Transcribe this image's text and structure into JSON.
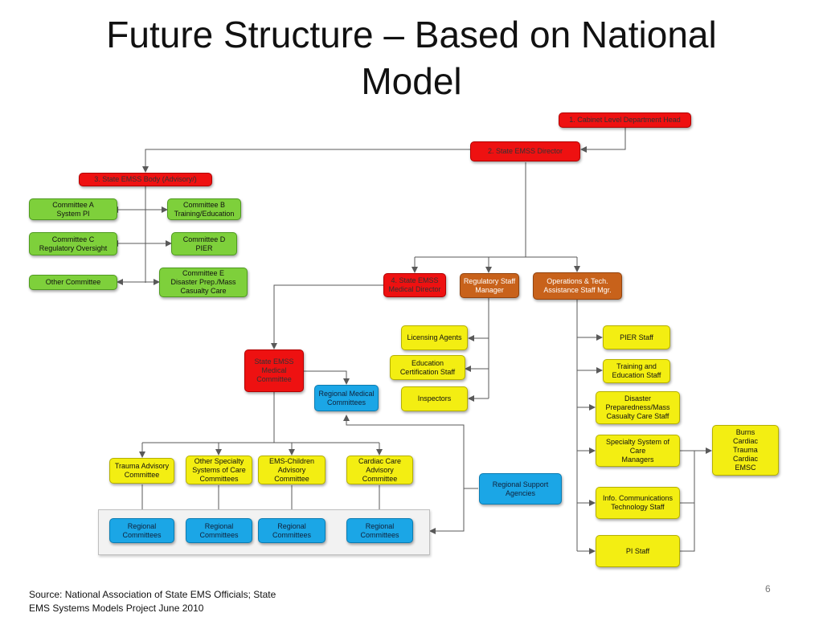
{
  "slide": {
    "title_line1": "Future Structure – Based on National",
    "title_line2": "Model",
    "source_line1": "Source: National Association of State EMS Officials; State",
    "source_line2": "EMS Systems Models Project June 2010",
    "page_number": "6"
  },
  "nodes": {
    "cabinet_head": "1. Cabinet Level Department Head",
    "state_director": "2. State EMSS Director",
    "state_body": "3. State EMSS Body (Advisory/)",
    "committee_a": "Committee A\nSystem PI",
    "committee_b": "Committee B\nTraining/Education",
    "committee_c": "Committee C\nRegulatory Oversight",
    "committee_d": "Committee D\nPIER",
    "other_committee": "Other Committee",
    "committee_e": "Committee E\nDisaster Prep./Mass\nCasualty Care",
    "medical_director": "4. State EMSS\nMedical Director",
    "regulatory_manager": "Regulatory Staff\nManager",
    "operations_manager": "Operations & Tech.\nAssistance Staff Mgr.",
    "licensing_agents": "Licensing Agents",
    "education_staff": "Education\nCertification Staff",
    "inspectors": "Inspectors",
    "pier_staff": "PIER Staff",
    "training_staff": "Training and\nEducation Staff",
    "disaster_staff": "Disaster\nPreparedness/Mass\nCasualty Care Staff",
    "specialty_managers": "Specialty System of Care\nManagers",
    "info_comm_staff": "Info. Communications\nTechnology Staff",
    "pi_staff": "PI Staff",
    "specialty_list": "Burns\nCardiac\nTrauma\nCardiac\nEMSC",
    "medical_committee": "State EMSS\nMedical\nCommittee",
    "regional_medical": "Regional Medical\nCommittees",
    "regional_support": "Regional Support\nAgencies",
    "trauma_advisory": "Trauma Advisory\nCommittee",
    "other_specialty": "Other Specialty\nSystems of Care\nCommittees",
    "ems_children": "EMS-Children\nAdvisory\nCommittee",
    "cardiac_advisory": "Cardiac Care\nAdvisory\nCommittee",
    "regional_committees_1": "Regional\nCommittees",
    "regional_committees_2": "Regional\nCommittees",
    "regional_committees_3": "Regional\nCommittees",
    "regional_committees_4": "Regional\nCommittees"
  },
  "colors": {
    "red": "#ee1111",
    "green": "#7ed03b",
    "orange": "#c8621b",
    "yellow": "#f3ee12",
    "blue": "#1ba6e6",
    "connector": "#595959"
  }
}
